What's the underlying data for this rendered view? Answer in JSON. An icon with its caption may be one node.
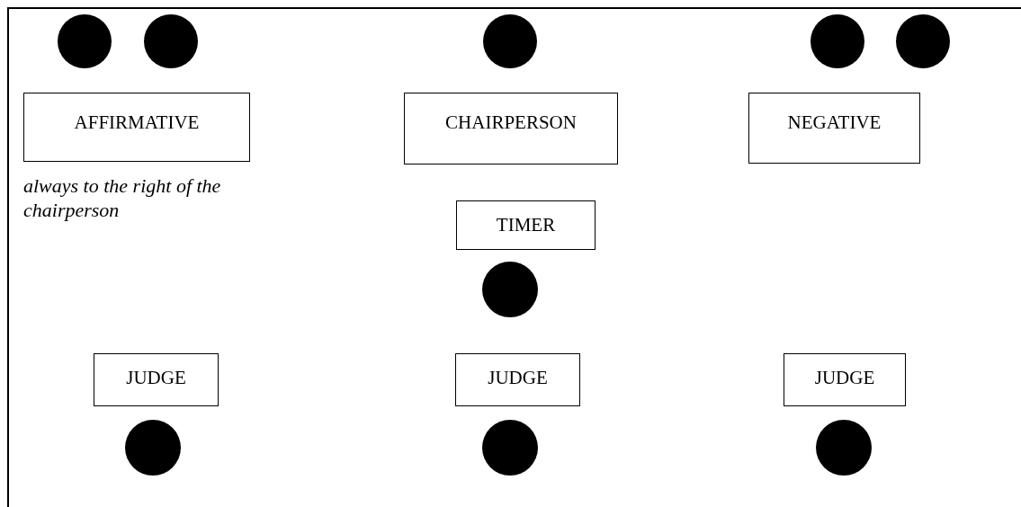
{
  "diagram": {
    "nodes": [
      {
        "text": [],
        "shape": "circle"
      },
      {
        "text": [],
        "shape": "circle"
      },
      {
        "text": [],
        "shape": "circle"
      },
      {
        "text": [],
        "shape": "circle"
      },
      {
        "text": [],
        "shape": "circle"
      },
      {
        "text": [
          "AFFIRMATIVE"
        ],
        "beside": [
          "always to the right of the chairperson"
        ]
      },
      {
        "text": [
          "CHAIRPERSON"
        ]
      },
      {
        "text": [
          "NEGATIVE"
        ]
      },
      {
        "text": [
          "TIMER"
        ]
      },
      {
        "text": [],
        "shape": "circle"
      },
      {
        "text": [
          "JUDGE"
        ]
      },
      {
        "text": [
          "JUDGE"
        ]
      },
      {
        "text": [
          "JUDGE"
        ]
      },
      {
        "text": [],
        "shape": "circle"
      },
      {
        "text": [],
        "shape": "circle"
      },
      {
        "text": [],
        "shape": "circle"
      }
    ]
  }
}
